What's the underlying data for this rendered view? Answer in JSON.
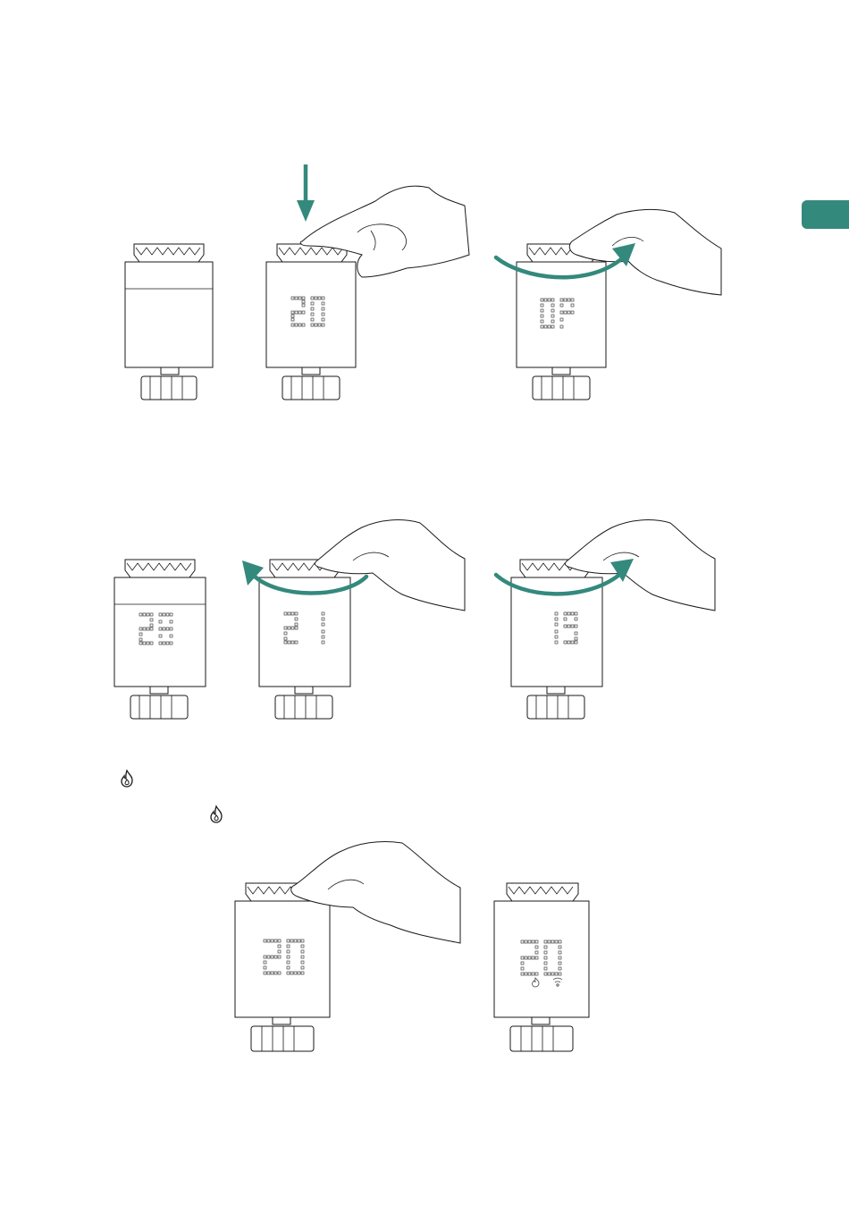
{
  "colors": {
    "accent": "#34897d",
    "line": "#1a1a1a"
  },
  "side_tab": {
    "color": "#34897d"
  },
  "rows": [
    {
      "name": "step-press-and-rotate",
      "figures": [
        {
          "name": "thermostat-idle",
          "display": "",
          "gesture": "none"
        },
        {
          "name": "thermostat-pressed",
          "display": "20",
          "gesture": "press-down"
        },
        {
          "name": "thermostat-rotate-right",
          "display": "OP",
          "gesture": "rotate-clockwise"
        }
      ]
    },
    {
      "name": "step-set-temperature",
      "figures": [
        {
          "name": "thermostat-display",
          "display": "20",
          "gesture": "none"
        },
        {
          "name": "thermostat-rotate-left",
          "display": "21",
          "gesture": "rotate-counterclockwise"
        },
        {
          "name": "thermostat-rotate-right-2",
          "display": "19",
          "gesture": "rotate-clockwise"
        }
      ]
    },
    {
      "name": "step-confirm",
      "figures": [
        {
          "name": "thermostat-hold",
          "display": "20",
          "gesture": "hold"
        },
        {
          "name": "thermostat-confirmed",
          "display": "20",
          "gesture": "none",
          "icons": [
            "flame-icon",
            "wifi-icon"
          ]
        }
      ]
    }
  ],
  "inline_icons": [
    "flame-icon",
    "flame-icon"
  ]
}
